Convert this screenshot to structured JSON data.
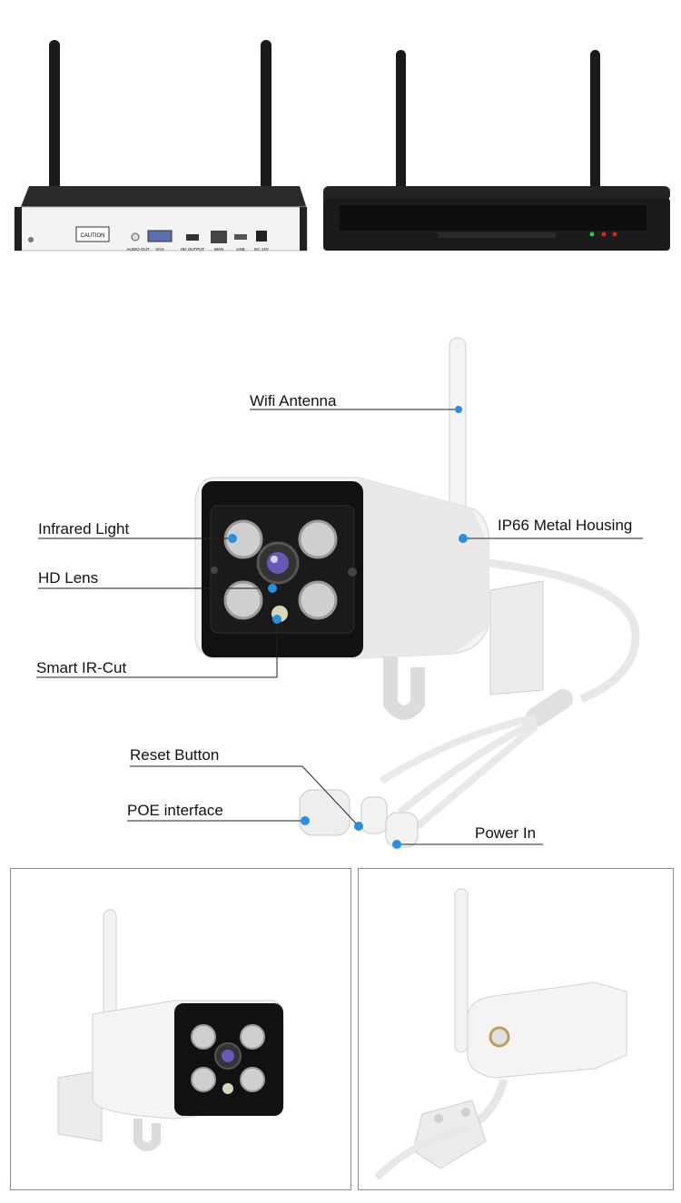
{
  "nvr_back": {
    "caution_label": "CAUTION",
    "port_labels": [
      "AUDIO OUT",
      "VGA",
      "HD OUTPUT",
      "WAN",
      "USB",
      "DC 12V"
    ]
  },
  "callouts": {
    "wifi_antenna": "Wifi Antenna",
    "infrared_light": "Infrared Light",
    "hd_lens": "HD Lens",
    "smart_ir_cut": "Smart IR-Cut",
    "ip66_housing": "IP66 Metal Housing",
    "reset_button": "Reset Button",
    "poe_interface": "POE interface",
    "power_in": "Power In"
  },
  "colors": {
    "callout_dot": "#2a8fe0",
    "nvr_body": "#1c1c1c",
    "camera_white": "#f2f2f2",
    "led_green": "#22cc44",
    "led_red": "#dd2222"
  }
}
